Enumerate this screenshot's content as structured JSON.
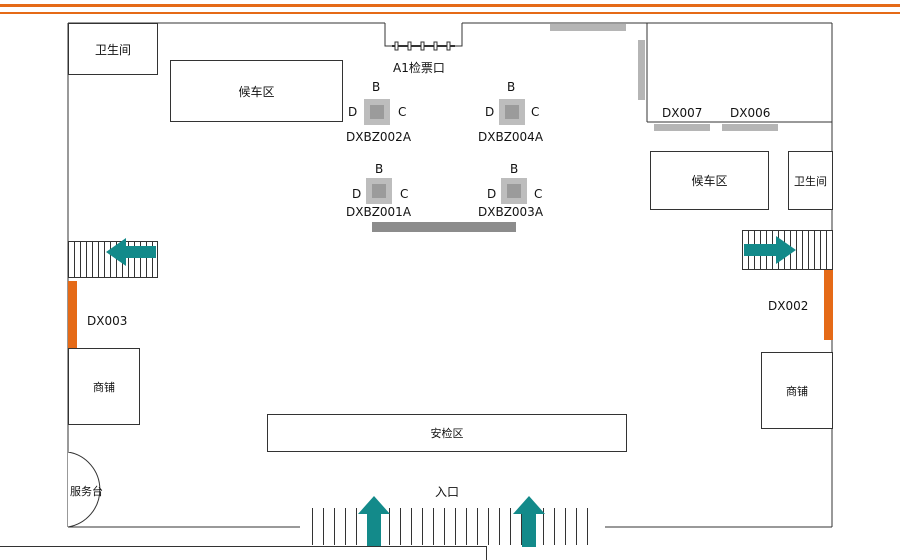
{
  "colors": {
    "accent_orange": "#e56a17",
    "arrow_teal": "#138a8a",
    "kiosk_gray": "#bdbdbd"
  },
  "map": {
    "gates": {
      "a1": "A1检票口"
    },
    "rooms": {
      "toilet_left": "卫生间",
      "toilet_right": "卫生间",
      "waiting_left": "候车区",
      "waiting_right": "候车区",
      "shop_left": "商铺",
      "shop_right": "商铺",
      "security": "安检区",
      "service": "服务台"
    },
    "entrance": "入口",
    "devices": {
      "dx002": "DX002",
      "dx003": "DX003",
      "dx006": "DX006",
      "dx007": "DX007"
    },
    "kiosks": [
      {
        "id": "DXBZ002A",
        "b": "B",
        "c": "C",
        "d": "D"
      },
      {
        "id": "DXBZ004A",
        "b": "B",
        "c": "C",
        "d": "D"
      },
      {
        "id": "DXBZ001A",
        "b": "B",
        "c": "C",
        "d": "D"
      },
      {
        "id": "DXBZ003A",
        "b": "B",
        "c": "C",
        "d": "D"
      }
    ],
    "icons": [
      "arrow-left-icon",
      "arrow-right-icon",
      "arrow-up-icon"
    ]
  }
}
